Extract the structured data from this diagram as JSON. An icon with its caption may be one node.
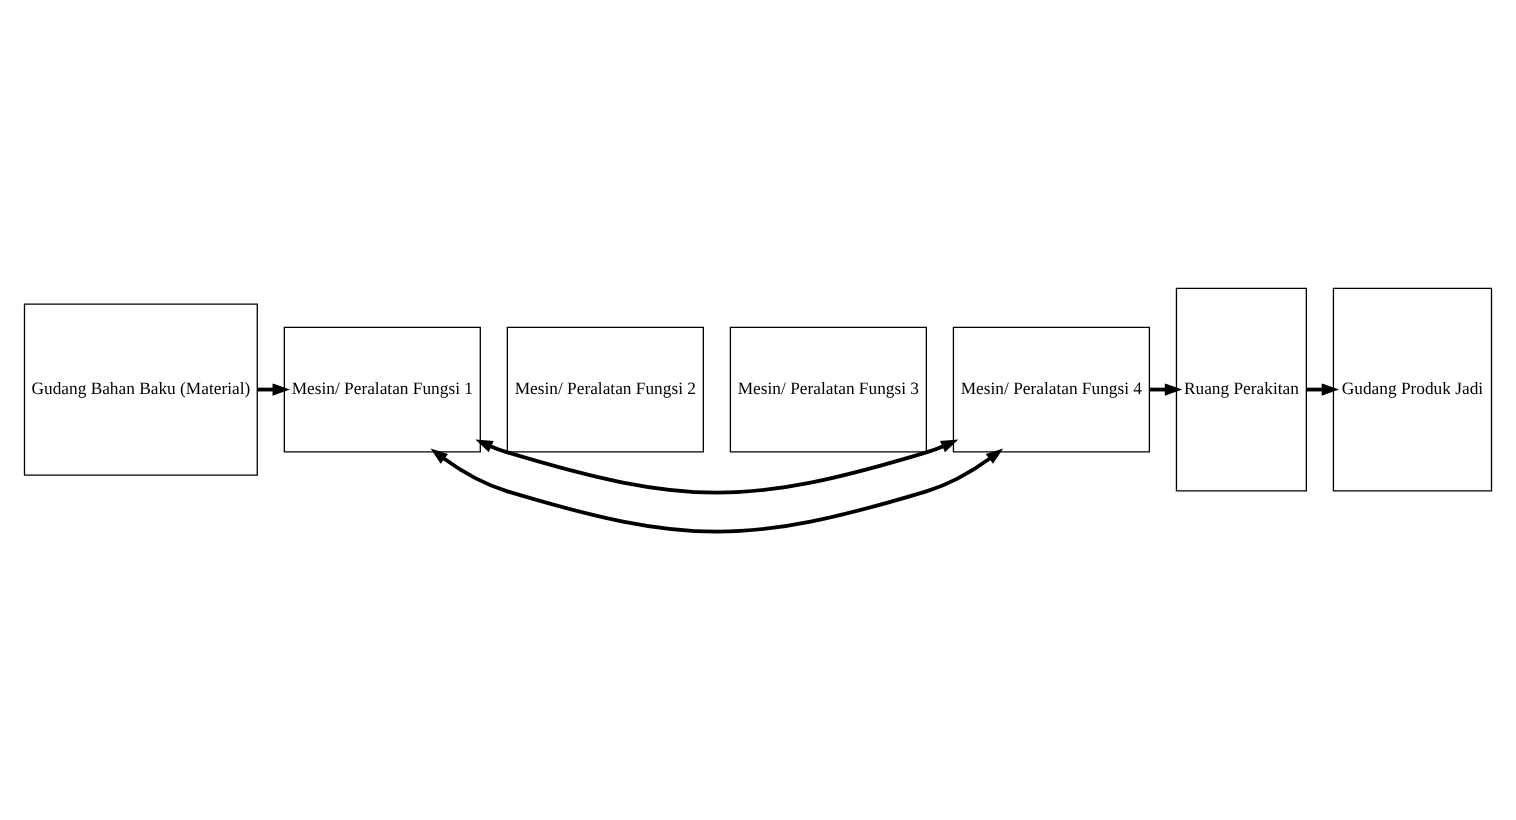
{
  "diagram": {
    "nodes": [
      {
        "text": [
          "Gudang Bahan Baku (Material)"
        ]
      },
      {
        "text": [
          "Mesin/ Peralatan Fungsi 1"
        ]
      },
      {
        "text": [
          "Mesin/ Peralatan Fungsi 2"
        ]
      },
      {
        "text": [
          "Mesin/ Peralatan Fungsi 3"
        ]
      },
      {
        "text": [
          "Mesin/ Peralatan Fungsi 4"
        ]
      },
      {
        "text": [
          "Ruang Perakitan"
        ]
      },
      {
        "text": [
          "Gudang Produk Jadi"
        ]
      }
    ],
    "edges": [
      {
        "from": 0,
        "to": 1,
        "arrow": "to"
      },
      {
        "from": 1,
        "to": 4,
        "arrow": "both"
      },
      {
        "from": 1,
        "to": 4,
        "arrow": "both"
      },
      {
        "from": 4,
        "to": 5,
        "arrow": "to"
      },
      {
        "from": 5,
        "to": 6,
        "arrow": "to"
      }
    ]
  }
}
